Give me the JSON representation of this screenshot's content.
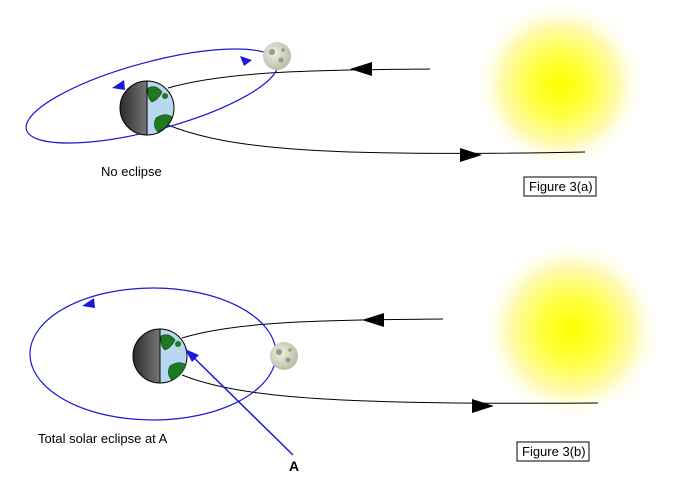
{
  "figure_a": {
    "caption": "No eclipse",
    "label": "Figure 3(a)"
  },
  "figure_b": {
    "caption": "Total solar eclipse at A",
    "label": "Figure 3(b)",
    "point_label": "A"
  },
  "colors": {
    "orbit": "#1a1ad6",
    "ray": "#000000",
    "sun_core": "#ffff00",
    "sun_glow": "#fff8c8",
    "earth_dark": "#333333",
    "earth_light": "#b8d8f0",
    "land": "#1f7a1f",
    "moon": "#d8d8c8"
  },
  "icons": [
    "sun-icon",
    "earth-icon",
    "moon-icon",
    "arrow-head-icon"
  ]
}
